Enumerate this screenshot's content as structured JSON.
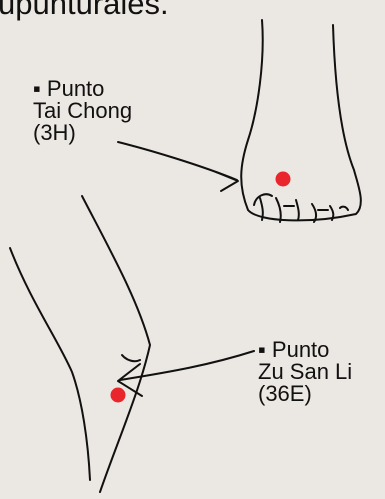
{
  "header": {
    "partial_text": "upunturales."
  },
  "points": [
    {
      "name": "Tai Chong",
      "lines": [
        "▪ Punto",
        "Tai Chong",
        "(3H)"
      ],
      "color": "#e8262b"
    },
    {
      "name": "Zu San Li",
      "lines": [
        "▪ Punto",
        "Zu San Li",
        "(36E)"
      ],
      "color": "#e8262b"
    }
  ],
  "colors": {
    "background": "#ebe7e2",
    "ink": "#111111",
    "point": "#e8262b"
  }
}
